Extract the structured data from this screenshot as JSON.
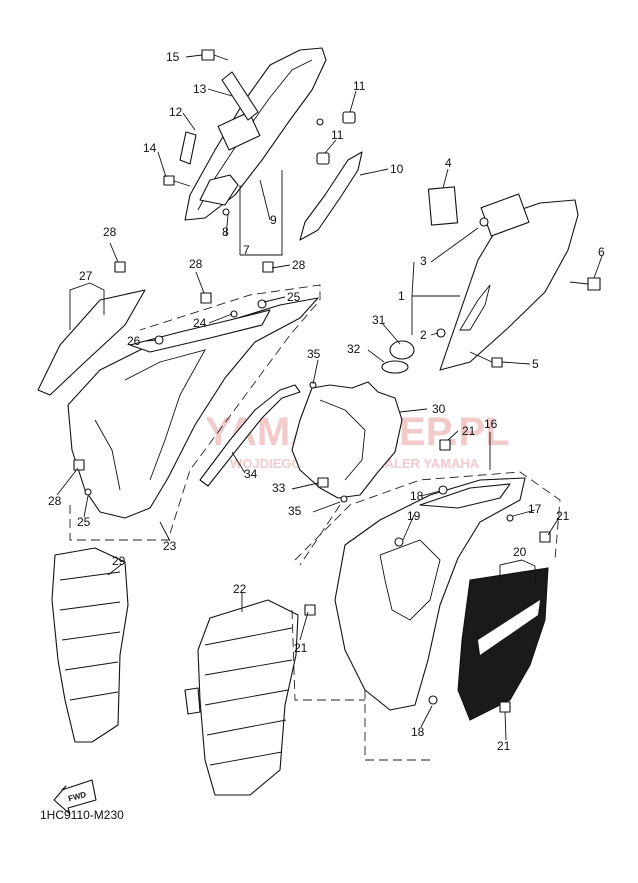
{
  "diagram": {
    "code": "1HC9110-M230",
    "fwd_label": "FWD",
    "watermark": {
      "line1": "YAMASKLEP.PL",
      "line2": "WOJDIEGOSKOWICZ DEALER YAMAHA",
      "color": "#e8a0a0"
    },
    "callouts": [
      {
        "id": "c1",
        "label": "1"
      },
      {
        "id": "c2",
        "label": "2"
      },
      {
        "id": "c3",
        "label": "3"
      },
      {
        "id": "c4",
        "label": "4"
      },
      {
        "id": "c5",
        "label": "5"
      },
      {
        "id": "c6",
        "label": "6"
      },
      {
        "id": "c7",
        "label": "7"
      },
      {
        "id": "c8",
        "label": "8"
      },
      {
        "id": "c9",
        "label": "9"
      },
      {
        "id": "c10",
        "label": "10"
      },
      {
        "id": "c11a",
        "label": "11"
      },
      {
        "id": "c11b",
        "label": "11"
      },
      {
        "id": "c12",
        "label": "12"
      },
      {
        "id": "c13",
        "label": "13"
      },
      {
        "id": "c14",
        "label": "14"
      },
      {
        "id": "c15",
        "label": "15"
      },
      {
        "id": "c16",
        "label": "16"
      },
      {
        "id": "c17",
        "label": "17"
      },
      {
        "id": "c18a",
        "label": "18"
      },
      {
        "id": "c18b",
        "label": "18"
      },
      {
        "id": "c19",
        "label": "19"
      },
      {
        "id": "c20",
        "label": "20"
      },
      {
        "id": "c21a",
        "label": "21"
      },
      {
        "id": "c21b",
        "label": "21"
      },
      {
        "id": "c21c",
        "label": "21"
      },
      {
        "id": "c21d",
        "label": "21"
      },
      {
        "id": "c22",
        "label": "22"
      },
      {
        "id": "c23",
        "label": "23"
      },
      {
        "id": "c24",
        "label": "24"
      },
      {
        "id": "c25a",
        "label": "25"
      },
      {
        "id": "c25b",
        "label": "25"
      },
      {
        "id": "c26",
        "label": "26"
      },
      {
        "id": "c27",
        "label": "27"
      },
      {
        "id": "c28a",
        "label": "28"
      },
      {
        "id": "c28b",
        "label": "28"
      },
      {
        "id": "c28c",
        "label": "28"
      },
      {
        "id": "c28d",
        "label": "28"
      },
      {
        "id": "c29",
        "label": "29"
      },
      {
        "id": "c30",
        "label": "30"
      },
      {
        "id": "c31",
        "label": "31"
      },
      {
        "id": "c32",
        "label": "32"
      },
      {
        "id": "c33",
        "label": "33"
      },
      {
        "id": "c34",
        "label": "34"
      },
      {
        "id": "c35a",
        "label": "35"
      },
      {
        "id": "c35b",
        "label": "35"
      }
    ]
  }
}
